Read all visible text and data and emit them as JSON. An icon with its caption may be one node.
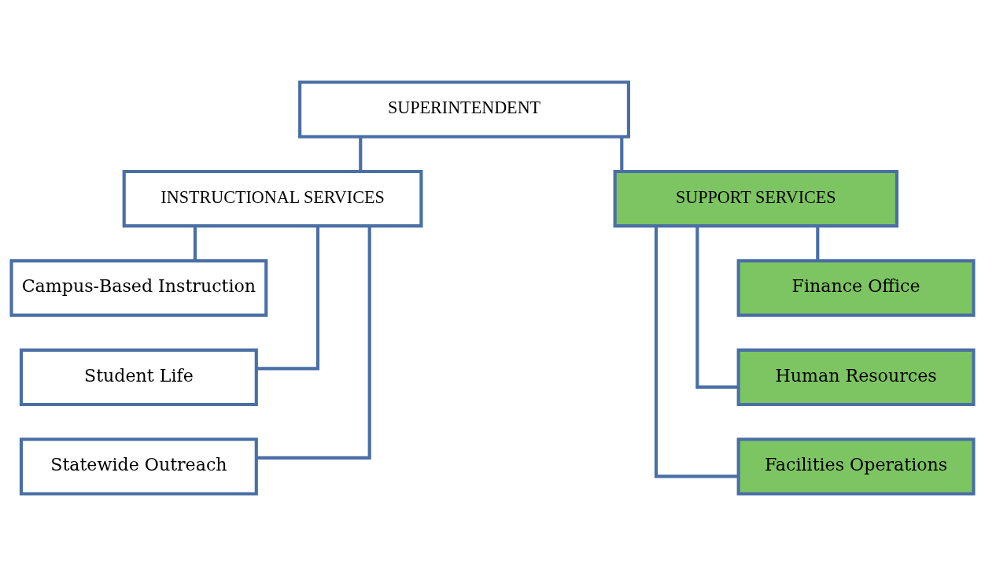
{
  "diagram": {
    "nodes": [
      {
        "text": [
          "SUPERINTENDENT"
        ]
      },
      {
        "text": [
          "INSTRUCTIONAL SERVICES"
        ]
      },
      {
        "text": [
          "SUPPORT SERVICES"
        ]
      },
      {
        "text": [
          "Campus-Based Instruction"
        ]
      },
      {
        "text": [
          "Student Life"
        ]
      },
      {
        "text": [
          "Statewide Outreach"
        ]
      },
      {
        "text": [
          "Finance Office"
        ]
      },
      {
        "text": [
          "Human Resources"
        ]
      },
      {
        "text": [
          "Facilities Operations"
        ]
      }
    ],
    "edges": [
      {
        "from": 0,
        "to": 1,
        "arrow": "none"
      },
      {
        "from": 0,
        "to": 2,
        "arrow": "none"
      },
      {
        "from": 1,
        "to": 3,
        "arrow": "none"
      },
      {
        "from": 1,
        "to": 4,
        "arrow": "none"
      },
      {
        "from": 1,
        "to": 5,
        "arrow": "none"
      },
      {
        "from": 2,
        "to": 6,
        "arrow": "none"
      },
      {
        "from": 2,
        "to": 7,
        "arrow": "none"
      },
      {
        "from": 2,
        "to": 8,
        "arrow": "none"
      }
    ]
  }
}
